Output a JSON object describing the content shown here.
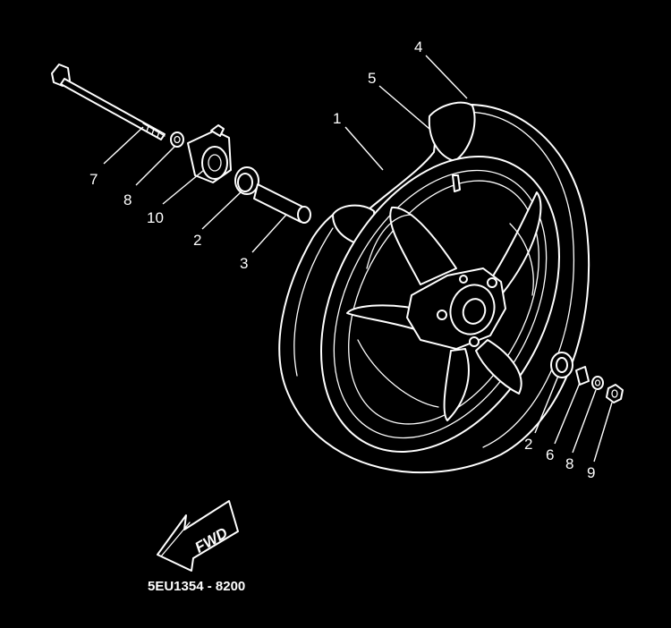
{
  "diagram": {
    "callouts": [
      {
        "id": "c1",
        "label": "1"
      },
      {
        "id": "c2a",
        "label": "2"
      },
      {
        "id": "c3",
        "label": "3"
      },
      {
        "id": "c4",
        "label": "4"
      },
      {
        "id": "c5",
        "label": "5"
      },
      {
        "id": "c7",
        "label": "7"
      },
      {
        "id": "c8a",
        "label": "8"
      },
      {
        "id": "c10",
        "label": "10"
      },
      {
        "id": "c2b",
        "label": "2"
      },
      {
        "id": "c6",
        "label": "6"
      },
      {
        "id": "c8b",
        "label": "8"
      },
      {
        "id": "c9",
        "label": "9"
      }
    ],
    "direction_arrow_text": "FWD",
    "figure_code": "5EU1354 - 8200"
  }
}
